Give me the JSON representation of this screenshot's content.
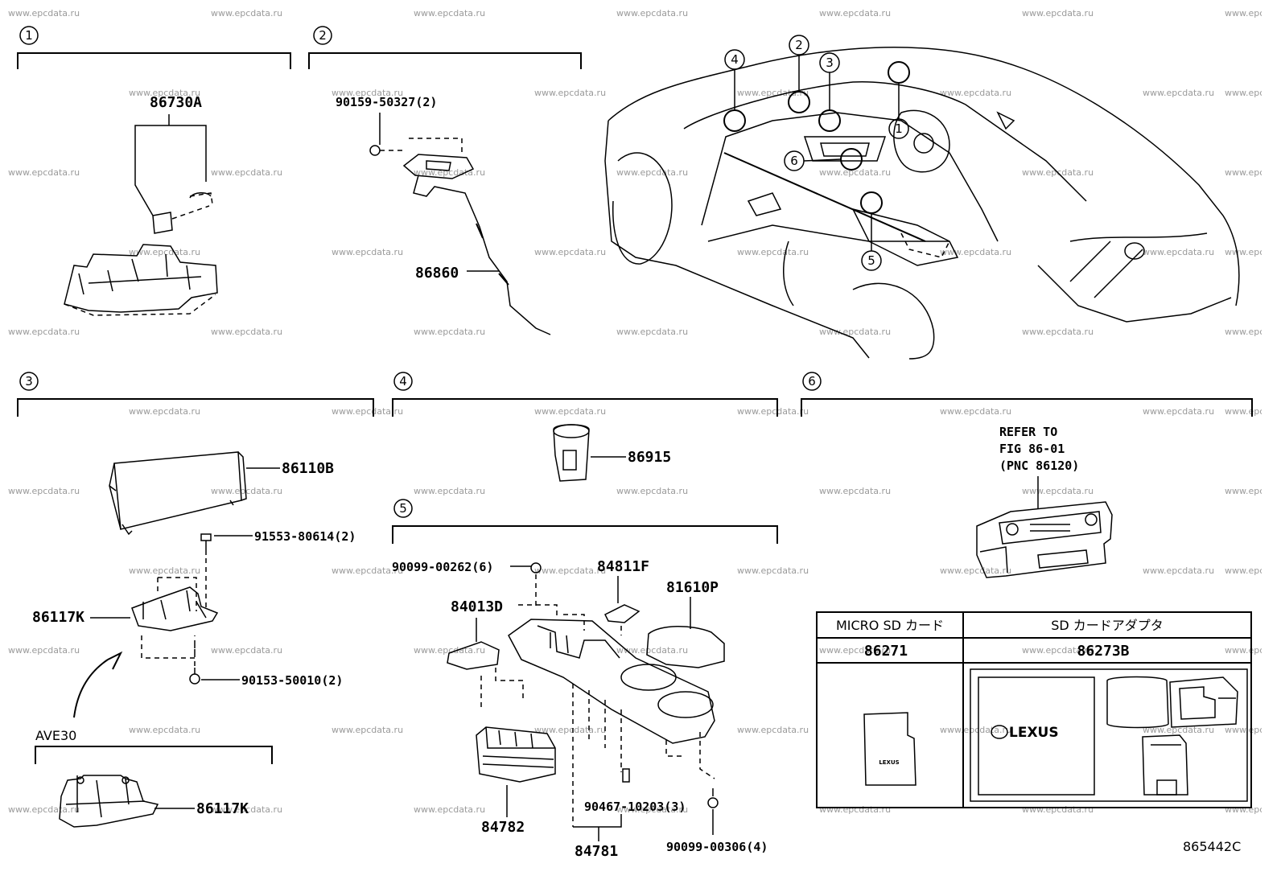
{
  "section_markers": [
    "1",
    "2",
    "3",
    "4",
    "5",
    "6"
  ],
  "vehicle_callouts": [
    "1",
    "2",
    "3",
    "4",
    "5",
    "6"
  ],
  "parts": {
    "p86730A": "86730A",
    "p90159": "90159-50327(2)",
    "p86860": "86860",
    "p86110B": "86110B",
    "p91553": "91553-80614(2)",
    "p86117K_a": "86117K",
    "p90153": "90153-50010(2)",
    "ave30": "AVE30",
    "p86117K_b": "86117K",
    "p86915": "86915",
    "p90099_262": "90099-00262(6)",
    "p84811F": "84811F",
    "p81610P": "81610P",
    "p84013D": "84013D",
    "p84782": "84782",
    "p90467": "90467-10203(3)",
    "p84781": "84781",
    "p90099_306": "90099-00306(4)"
  },
  "refer": {
    "line1": "REFER TO",
    "line2": "FIG 86-01",
    "line3": "(PNC 86120)"
  },
  "sd_table": {
    "col1_header": "MICRO SD カード",
    "col2_header": "SD カードアダプタ",
    "col1_part": "86271",
    "col2_part": "86273B",
    "logo_text": "LEXUS",
    "card_logo": "LEXUS"
  },
  "illustration_id": "865442C",
  "watermark": "www.epcdata.ru"
}
